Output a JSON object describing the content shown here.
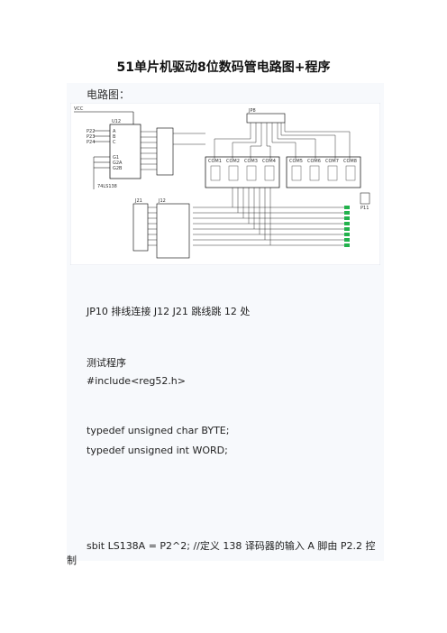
{
  "doc": {
    "title": "51单片机驱动8位数码管电路图+程序",
    "heading": "电路图：",
    "lines": [
      "JP10 排线连接 J12  J21 跳线跳 12 处",
      "测试程序",
      "#include<reg52.h>",
      "typedef unsigned char BYTE;",
      "typedef unsigned int WORD;",
      "sbit LS138A = P2^2;    //定义 138 译码器的输入 A 脚由 P2.2 控",
      "制"
    ]
  },
  "circuit_labels": {
    "vcc": "VCC",
    "u_decoder": "U12",
    "u_decoder_part": "74LS138",
    "jp": "JP8",
    "pins_a": [
      "P22",
      "P23",
      "P24"
    ],
    "pins_abc": [
      "A",
      "B",
      "C"
    ],
    "ctrl": [
      "G1",
      "G2A",
      "G2B"
    ],
    "seg_group1": [
      "COM1",
      "COM2",
      "COM3",
      "COM4"
    ],
    "seg_group2": [
      "COM5",
      "COM6",
      "COM7",
      "COM8"
    ],
    "j21": "J21",
    "j12": "J12",
    "p11": "P11"
  }
}
